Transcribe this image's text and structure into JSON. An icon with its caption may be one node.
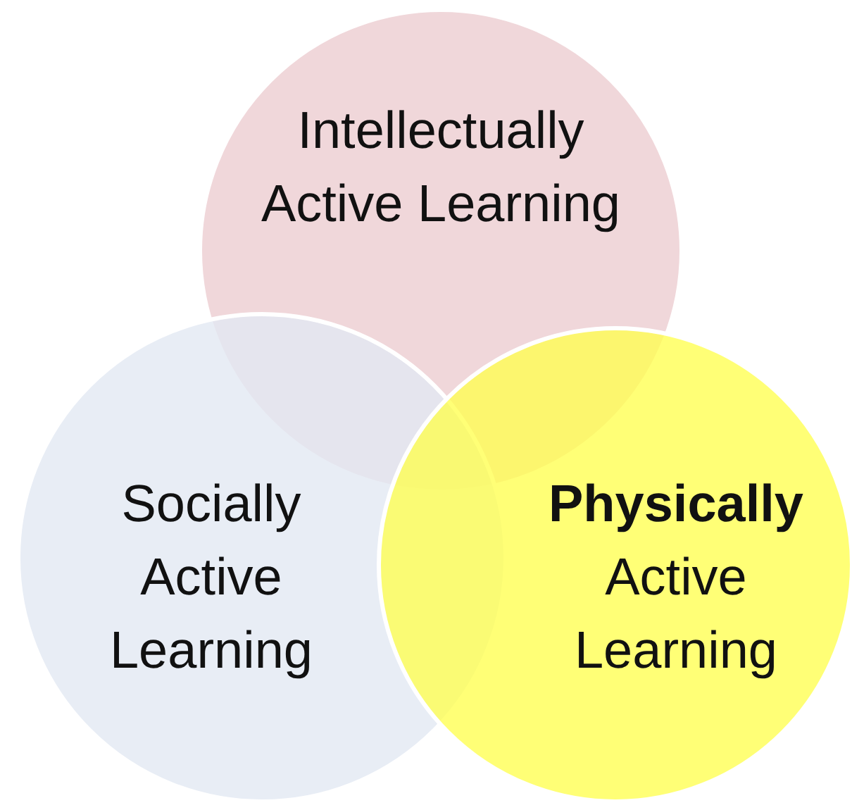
{
  "diagram": {
    "nodes": [
      {
        "text": [
          "Intellectually Active Learning"
        ]
      },
      {
        "text": [
          "Socially Active Learning"
        ]
      },
      {
        "text": [
          "**Physically** Active Learning"
        ]
      }
    ]
  }
}
